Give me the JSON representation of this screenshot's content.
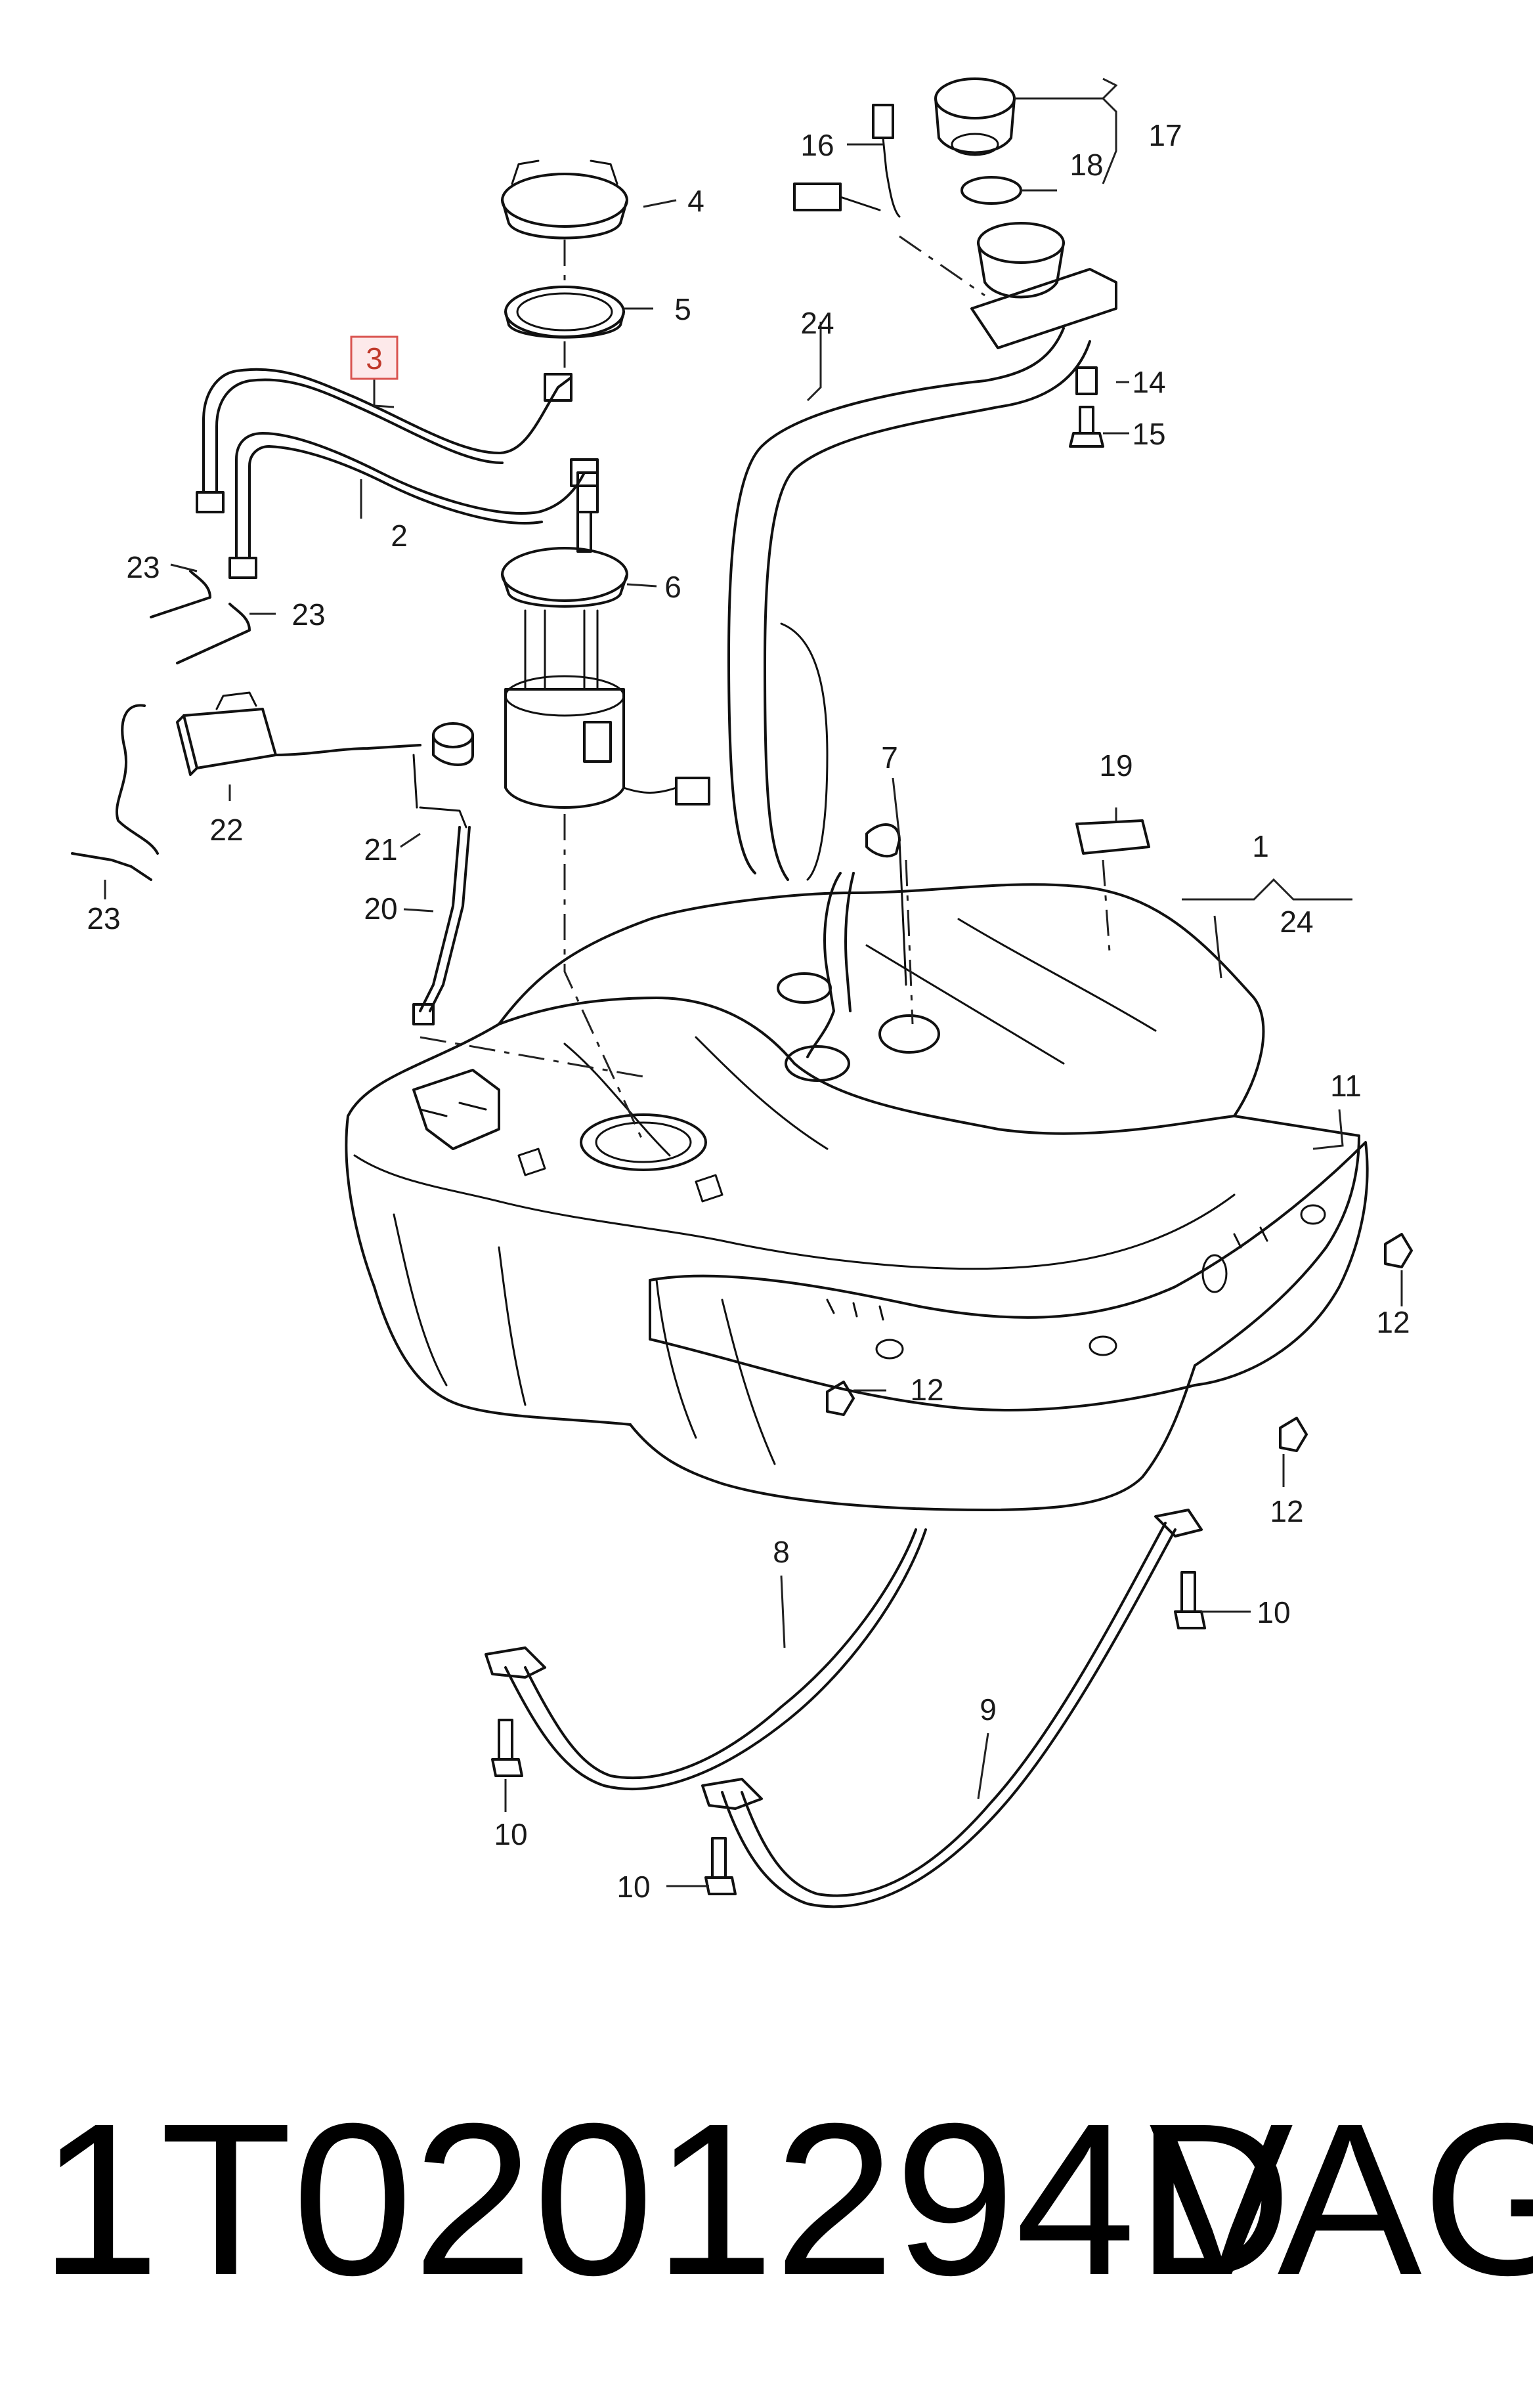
{
  "diagram": {
    "highlighted_callout": "3",
    "callouts": {
      "c1": "1",
      "c2": "2",
      "c3": "3",
      "c4": "4",
      "c5": "5",
      "c6": "6",
      "c7": "7",
      "c8": "8",
      "c9": "9",
      "c10a": "10",
      "c10b": "10",
      "c10c": "10",
      "c11": "11",
      "c12a": "12",
      "c12b": "12",
      "c12c": "12",
      "c14": "14",
      "c15": "15",
      "c16": "16",
      "c17": "17",
      "c18": "18",
      "c19": "19",
      "c20": "20",
      "c21": "21",
      "c22": "22",
      "c23a": "23",
      "c23b": "23",
      "c23c": "23",
      "c24a": "24",
      "c24b": "24"
    }
  },
  "footer": {
    "part_number": "1T0201294D",
    "brand": "VAG"
  }
}
